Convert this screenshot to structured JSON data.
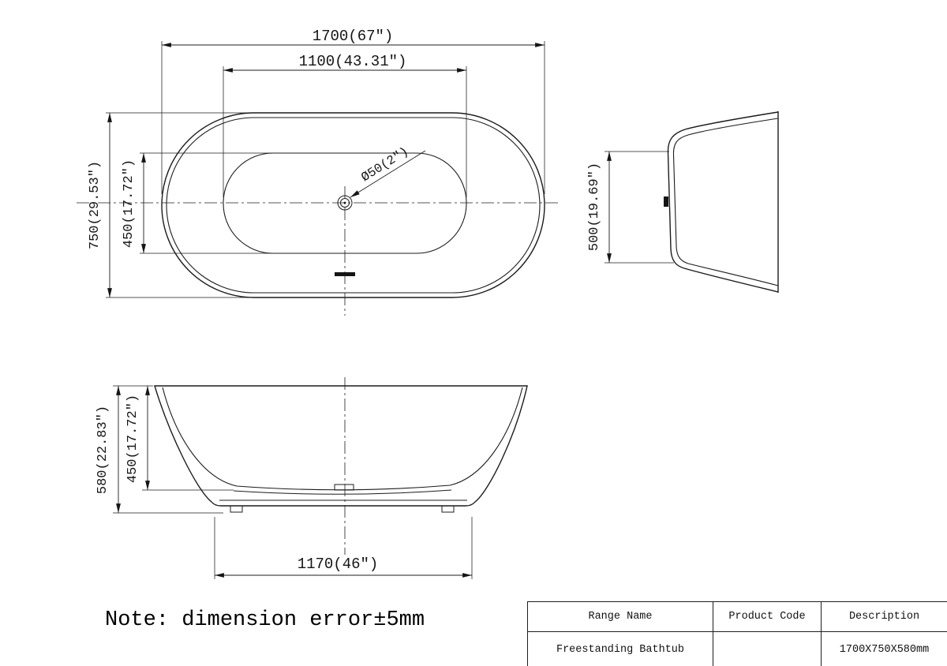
{
  "plan_view": {
    "dim_length_outer": "1700(67″)",
    "dim_length_inner": "1100(43.31″)",
    "dim_width_outer": "750(29.53″)",
    "dim_width_inner": "450(17.72″)",
    "dim_drain_diameter": "Ø50(2″)"
  },
  "end_view": {
    "dim_height": "500(19.69″)"
  },
  "front_view": {
    "dim_height_outer": "580(22.83″)",
    "dim_height_inner": "450(17.72″)",
    "dim_base_length": "1170(46″)"
  },
  "note": "Note: dimension error±5mm",
  "spec_table": {
    "headers": [
      "Range Name",
      "Product Code",
      "Description"
    ],
    "rows": [
      [
        "Freestanding Bathtub",
        "",
        "1700X750X580mm"
      ]
    ]
  }
}
